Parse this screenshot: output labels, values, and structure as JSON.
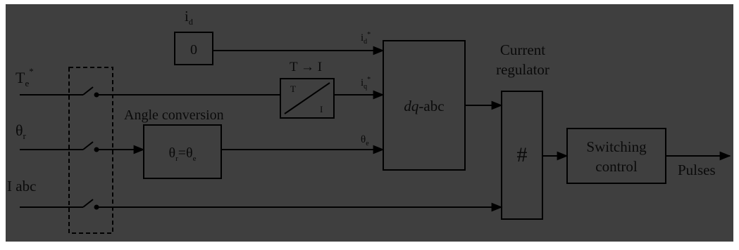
{
  "colors": {
    "background": "#3f3f3f",
    "stroke": "#000000",
    "text": "#0a0a0a"
  },
  "inputs": {
    "te_star": "T",
    "te_star_sub": "e",
    "te_star_sup": "*",
    "theta_r": "θ",
    "theta_r_sub": "r",
    "i_abc": "I abc"
  },
  "id_ref": {
    "label": "i",
    "label_sub": "d",
    "value": "0"
  },
  "torque_to_current": {
    "label": "T → I",
    "numerator": "T",
    "denominator": "I"
  },
  "angle_conversion": {
    "title": "Angle conversion",
    "left": "θ",
    "left_sub": "r",
    "eq": "=",
    "right": "θ",
    "right_sub": "e"
  },
  "signals": {
    "id_star": "i",
    "id_star_sub": "d",
    "id_star_sup": "*",
    "iq_star": "i",
    "iq_star_sub": "q",
    "iq_star_sup": "*",
    "theta_e": "θ",
    "theta_e_sub": "e"
  },
  "dq_abc": {
    "prefix": "dq",
    "suffix": "-abc"
  },
  "current_regulator": {
    "title_line1": "Current",
    "title_line2": "regulator",
    "symbol": "#"
  },
  "switching_control": {
    "line1": "Switching",
    "line2": "control"
  },
  "output": {
    "label": "Pulses"
  }
}
